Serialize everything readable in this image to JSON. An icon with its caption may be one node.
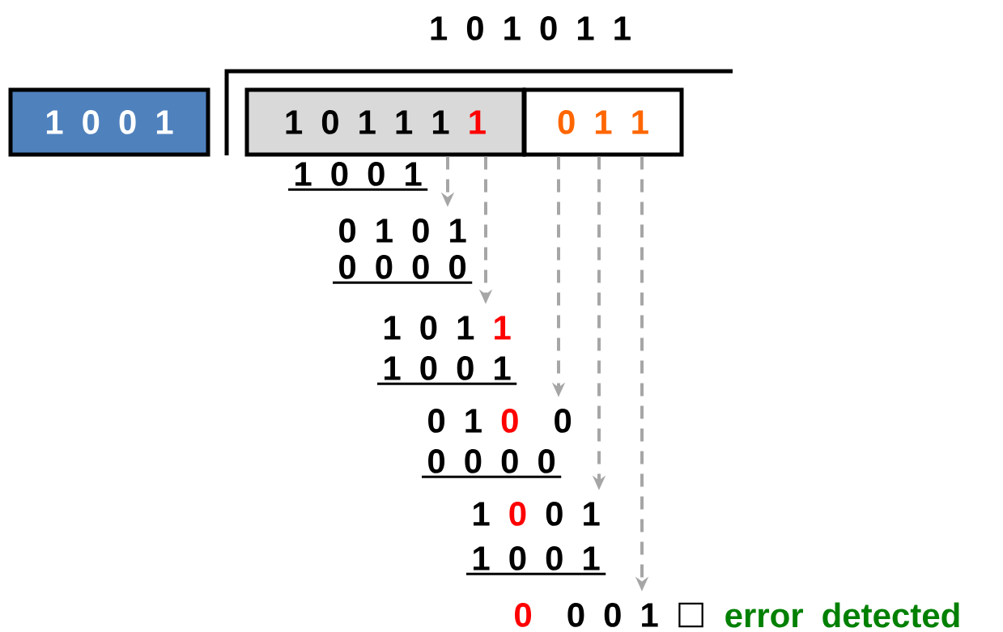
{
  "diagram": {
    "nodes": [
      {
        "text": [
          "1 0 0 1"
        ]
      },
      {
        "text": [
          "1 0 1 1 1",
          "1"
        ]
      },
      {
        "text": [
          "0 1 1"
        ]
      },
      {
        "text": [
          "0 1 0 1"
        ]
      },
      {
        "text": [
          "1 0 1",
          "1"
        ]
      },
      {
        "text": [
          "0 1",
          "0",
          "0"
        ]
      },
      {
        "text": [
          "1",
          "0",
          "0 1"
        ]
      },
      {
        "text": [
          "0",
          "0 0 1"
        ],
        "beside": [
          "□",
          "error detected"
        ]
      }
    ],
    "edges": [
      {
        "from": 1,
        "to": 3,
        "arrow": "to",
        "style": "dashed"
      },
      {
        "from": 1,
        "to": 4,
        "arrow": "to",
        "style": "dashed"
      },
      {
        "from": 2,
        "to": 5,
        "arrow": "to",
        "style": "dashed"
      },
      {
        "from": 2,
        "to": 6,
        "arrow": "to",
        "style": "dashed"
      },
      {
        "from": 2,
        "to": 7,
        "arrow": "to",
        "style": "dashed"
      }
    ],
    "labels": [
      "1 0 1 0 1 1",
      "1 0 0 1",
      "0 0 0 0",
      "1 0 0 1",
      "0 0 0 0",
      "1 0 0 1"
    ]
  }
}
